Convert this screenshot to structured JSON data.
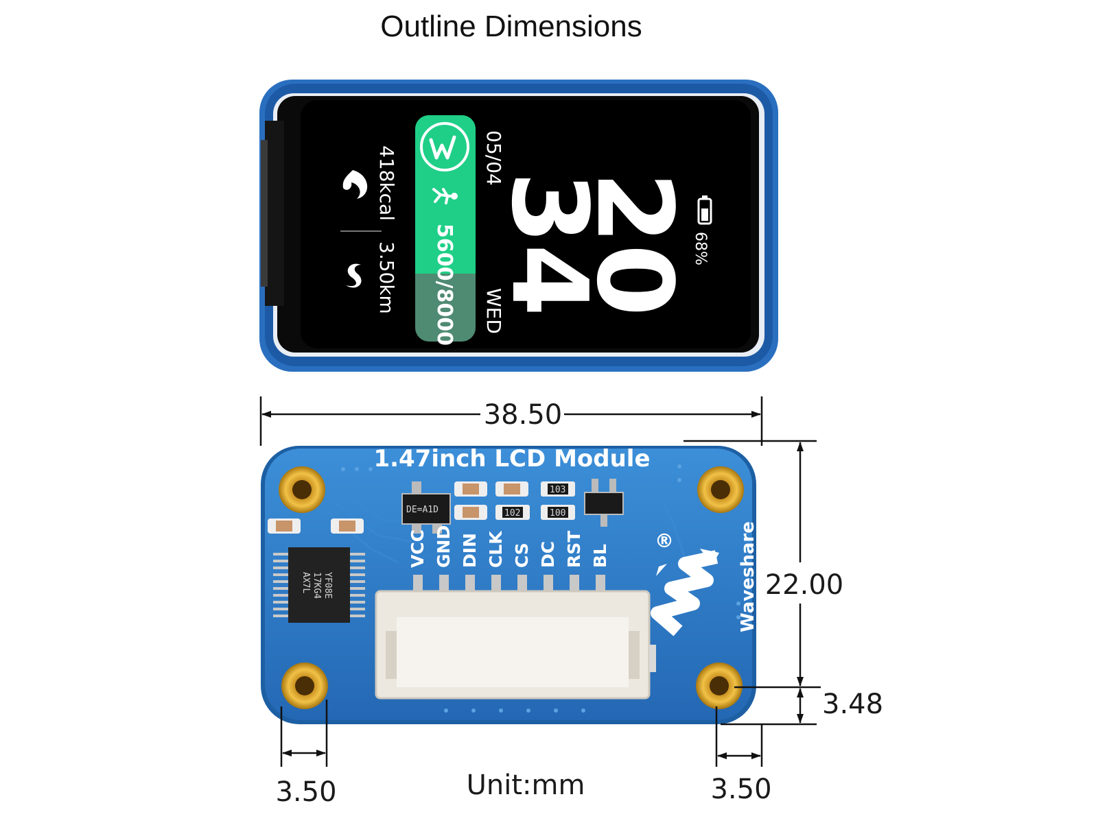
{
  "title": "Outline Dimensions",
  "screen": {
    "hours": "20",
    "minutes": "34",
    "battery": "68%",
    "date": "05/04",
    "weekday": "WED",
    "steps": "5600/8000",
    "calories": "418kcal",
    "distance": "3.50km",
    "steps_progress": 0.7
  },
  "board": {
    "name": "1.47inch LCD Module",
    "brand": "Waveshare",
    "registered": "®",
    "pins": [
      "VCC",
      "GND",
      "DIN",
      "CLK",
      "CS",
      "DC",
      "RST",
      "BL"
    ],
    "resistors": [
      "103",
      "102",
      "100"
    ],
    "regulator": "DE=A1D",
    "chip_lines": [
      "YF08E",
      "17KG4",
      "AX7L"
    ]
  },
  "dimensions": {
    "width": "38.50",
    "height": "22.00",
    "hole_offset_vertical": "3.48",
    "hole_offset_left": "3.50",
    "hole_offset_right": "3.50",
    "unit_label": "Unit:mm"
  },
  "colors": {
    "pcb": "#2a7cc7",
    "pcb_edge": "#1d5fa3",
    "screen": "#000000",
    "accent_green": "#1fcf87",
    "accent_dark_green": "#4f8a72",
    "gold": "#d9a520"
  }
}
